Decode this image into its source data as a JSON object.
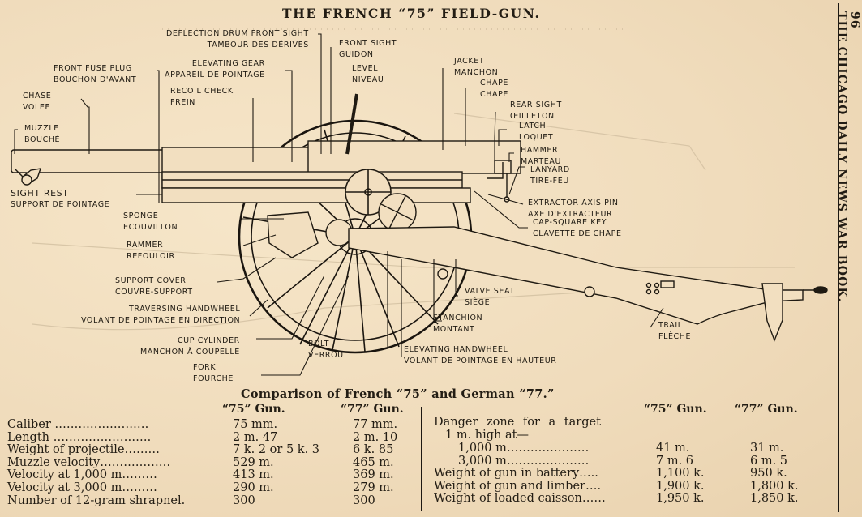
{
  "page": {
    "title": "THE FRENCH “75” FIELD-GUN.",
    "page_number": "96",
    "running_head": "THE CHICAGO DAILY NEWS WAR BOOK."
  },
  "diagram": {
    "labels": [
      {
        "en": "Deflection drum front sight",
        "fr": "Tambour des dérives"
      },
      {
        "en": "Front sight",
        "fr": "Guidon"
      },
      {
        "en": "Elevating gear",
        "fr": "Appareil de pointage"
      },
      {
        "en": "Level",
        "fr": "Niveau"
      },
      {
        "en": "Front fuse plug",
        "fr": "Bouchon d'avant"
      },
      {
        "en": "Recoil check",
        "fr": "Frein"
      },
      {
        "en": "Chase",
        "fr": "Volee"
      },
      {
        "en": "Jacket",
        "fr": "Manchon"
      },
      {
        "en": "Chape",
        "fr": "Chape"
      },
      {
        "en": "Rear sight",
        "fr": "Œilleton"
      },
      {
        "en": "Muzzle",
        "fr": "Bouché"
      },
      {
        "en": "Latch",
        "fr": "Loquet"
      },
      {
        "en": "Hammer",
        "fr": "Marteau"
      },
      {
        "en": "Lanyard",
        "fr": "Tire-feu"
      },
      {
        "en": "Sight rest",
        "fr": "Support de pointage"
      },
      {
        "en": "Extractor axis pin",
        "fr": "Axe d'extracteur"
      },
      {
        "en": "Cap-square key",
        "fr": "Clavette de chape"
      },
      {
        "en": "Sponge",
        "fr": "Ecouvillon"
      },
      {
        "en": "Rammer",
        "fr": "Refouloir"
      },
      {
        "en": "Support cover",
        "fr": "Couvre-support"
      },
      {
        "en": "Valve seat",
        "fr": "Siège"
      },
      {
        "en": "Traversing handwheel",
        "fr": "Volant de pointage en direction"
      },
      {
        "en": "Stanchion",
        "fr": "Montant"
      },
      {
        "en": "Trail",
        "fr": "Flèche"
      },
      {
        "en": "Cup cylinder",
        "fr": "Manchon à coupelle"
      },
      {
        "en": "Bolt",
        "fr": "Verrou"
      },
      {
        "en": "Elevating handwheel",
        "fr": "Volant de pointage en hauteur"
      },
      {
        "en": "Fork",
        "fr": "Fourche"
      }
    ]
  },
  "comparison": {
    "title": "Comparison of French “75” and German “77.”",
    "col_75": "“75” Gun.",
    "col_77": "“77” Gun.",
    "left_rows": [
      {
        "label": "Caliber ……………………",
        "v75": "75 mm.",
        "v77": "77 mm."
      },
      {
        "label": "Length …………………….",
        "v75": "2 m. 47",
        "v77": "2 m. 10"
      },
      {
        "label": "Weight of projectile………",
        "v75": "7 k. 2 or 5 k. 3",
        "v77": "6 k. 85"
      },
      {
        "label": "Muzzle velocity………………",
        "v75": "529 m.",
        "v77": "465 m."
      },
      {
        "label": "Velocity at 1,000 m………",
        "v75": "413 m.",
        "v77": "369 m."
      },
      {
        "label": "Velocity at 3,000 m………",
        "v75": "290 m.",
        "v77": "279 m."
      },
      {
        "label": "Number of 12-gram shrapnel.",
        "v75": "300",
        "v77": "300"
      }
    ],
    "right_intro_1": "Danger zone for a target",
    "right_intro_2": "1 m. high at—",
    "right_rows": [
      {
        "label": "1,000 m…………………",
        "v75": "41 m.",
        "v77": "31 m.",
        "indent": true
      },
      {
        "label": "3,000 m…………………",
        "v75": "7 m. 6",
        "v77": "6 m. 5",
        "indent": true
      },
      {
        "label": "Weight of gun in battery…..",
        "v75": "1,100 k.",
        "v77": "950 k."
      },
      {
        "label": "Weight of gun and limber….",
        "v75": "1,900 k.",
        "v77": "1,800 k."
      },
      {
        "label": "Weight of loaded caisson……",
        "v75": "1,950 k.",
        "v77": "1,850 k."
      }
    ]
  },
  "colors": {
    "paper": "#f2dfc0",
    "ink": "#231d14",
    "bleed_through": "#cbb89a"
  }
}
